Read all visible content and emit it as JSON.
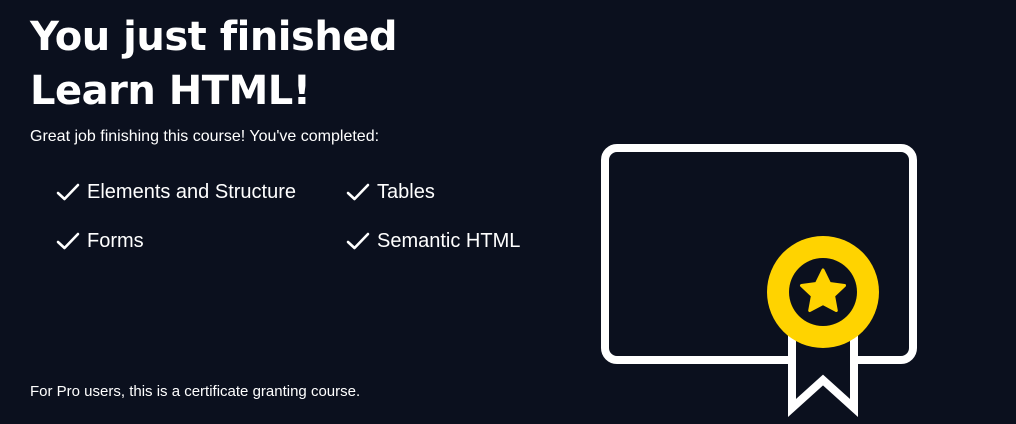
{
  "headline": {
    "line1": "You just finished",
    "line2": "Learn HTML!"
  },
  "intro_text": "Great job finishing this course! You've completed:",
  "completed_items": [
    {
      "label": "Elements and Structure",
      "icon": "check-icon"
    },
    {
      "label": "Tables",
      "icon": "check-icon"
    },
    {
      "label": "Forms",
      "icon": "check-icon"
    },
    {
      "label": "Semantic HTML",
      "icon": "check-icon"
    }
  ],
  "footnote": "For Pro users, this is a certificate granting course.",
  "illustration": {
    "icon": "certificate-icon",
    "badge_icon": "star-icon"
  },
  "colors": {
    "background": "#0b101e",
    "text": "#ffffff",
    "badge": "#ffd300"
  }
}
